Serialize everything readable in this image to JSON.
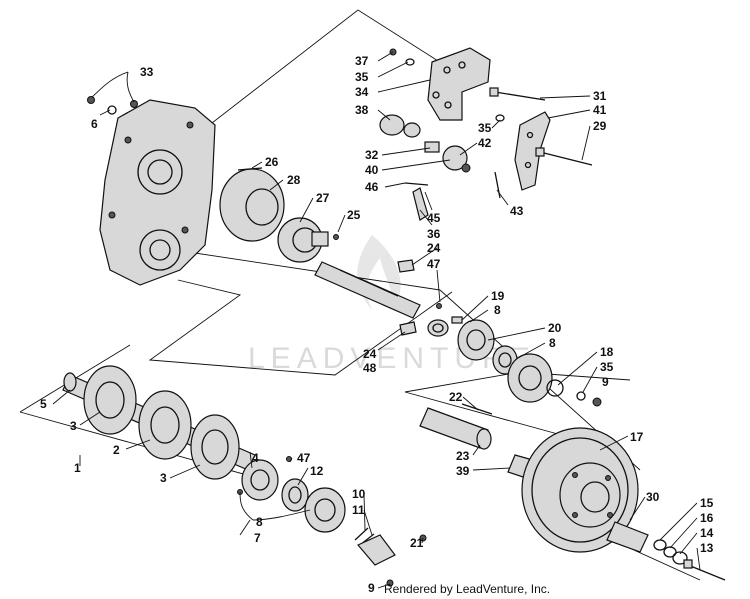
{
  "callouts": [
    {
      "id": "c37",
      "label": "37"
    },
    {
      "id": "c35a",
      "label": "35"
    },
    {
      "id": "c34",
      "label": "34"
    },
    {
      "id": "c38",
      "label": "38"
    },
    {
      "id": "c31",
      "label": "31"
    },
    {
      "id": "c41",
      "label": "41"
    },
    {
      "id": "c35b",
      "label": "35"
    },
    {
      "id": "c29",
      "label": "29"
    },
    {
      "id": "c42",
      "label": "42"
    },
    {
      "id": "c32",
      "label": "32"
    },
    {
      "id": "c40",
      "label": "40"
    },
    {
      "id": "c46",
      "label": "46"
    },
    {
      "id": "c36",
      "label": "36"
    },
    {
      "id": "c45",
      "label": "45"
    },
    {
      "id": "c43",
      "label": "43"
    },
    {
      "id": "c33",
      "label": "33"
    },
    {
      "id": "c6",
      "label": "6"
    },
    {
      "id": "c26",
      "label": "26"
    },
    {
      "id": "c28",
      "label": "28"
    },
    {
      "id": "c27",
      "label": "27"
    },
    {
      "id": "c25",
      "label": "25"
    },
    {
      "id": "c24a",
      "label": "24"
    },
    {
      "id": "c47a",
      "label": "47"
    },
    {
      "id": "c19",
      "label": "19"
    },
    {
      "id": "c8a",
      "label": "8"
    },
    {
      "id": "c20",
      "label": "20"
    },
    {
      "id": "c8b",
      "label": "8"
    },
    {
      "id": "c24b",
      "label": "24"
    },
    {
      "id": "c48",
      "label": "48"
    },
    {
      "id": "c18",
      "label": "18"
    },
    {
      "id": "c35c",
      "label": "35"
    },
    {
      "id": "c9a",
      "label": "9"
    },
    {
      "id": "c22",
      "label": "22"
    },
    {
      "id": "c5",
      "label": "5"
    },
    {
      "id": "c3a",
      "label": "3"
    },
    {
      "id": "c2",
      "label": "2"
    },
    {
      "id": "c1",
      "label": "1"
    },
    {
      "id": "c3b",
      "label": "3"
    },
    {
      "id": "c4",
      "label": "4"
    },
    {
      "id": "c47b",
      "label": "47"
    },
    {
      "id": "c12",
      "label": "12"
    },
    {
      "id": "c23",
      "label": "23"
    },
    {
      "id": "c39",
      "label": "39"
    },
    {
      "id": "c17",
      "label": "17"
    },
    {
      "id": "c10",
      "label": "10"
    },
    {
      "id": "c11",
      "label": "11"
    },
    {
      "id": "c8c",
      "label": "8"
    },
    {
      "id": "c7",
      "label": "7"
    },
    {
      "id": "c30",
      "label": "30"
    },
    {
      "id": "c15",
      "label": "15"
    },
    {
      "id": "c16",
      "label": "16"
    },
    {
      "id": "c14",
      "label": "14"
    },
    {
      "id": "c13",
      "label": "13"
    },
    {
      "id": "c21",
      "label": "21"
    },
    {
      "id": "c9b",
      "label": "9"
    }
  ],
  "watermark": "LEADVENTURE",
  "footer": "Rendered by LeadVenture, Inc."
}
